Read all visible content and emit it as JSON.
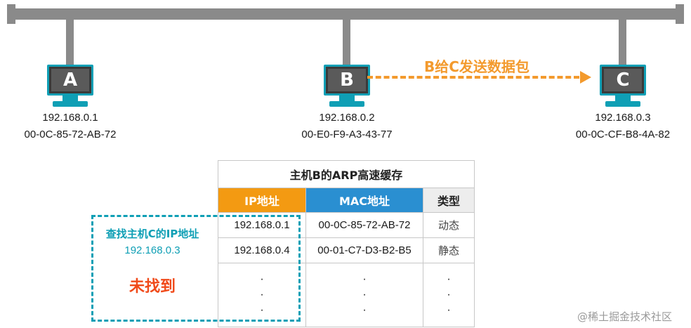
{
  "hosts": [
    {
      "letter": "A",
      "ip": "192.168.0.1",
      "mac": "00-0C-85-72-AB-72"
    },
    {
      "letter": "B",
      "ip": "192.168.0.2",
      "mac": "00-E0-F9-A3-43-77"
    },
    {
      "letter": "C",
      "ip": "192.168.0.3",
      "mac": "00-0C-CF-B8-4A-82"
    }
  ],
  "arrow_label": "B给C发送数据包",
  "arp_table": {
    "title": "主机B的ARP高速缓存",
    "headers": {
      "ip": "IP地址",
      "mac": "MAC地址",
      "type": "类型"
    },
    "rows": [
      {
        "ip": "192.168.0.1",
        "mac": "00-0C-85-72-AB-72",
        "type": "动态"
      },
      {
        "ip": "192.168.0.4",
        "mac": "00-01-C7-D3-B2-B5",
        "type": "静态"
      }
    ],
    "ellipsis": "·"
  },
  "query": {
    "title": "查找主机C的IP地址",
    "ip": "192.168.0.3",
    "result": "未找到"
  },
  "watermark": "@稀土掘金技术社区",
  "colors": {
    "teal": "#0f9fb5",
    "orange": "#f39a2d",
    "ip_header": "#f39a12",
    "mac_header": "#2a8fd1",
    "type_header": "#ededed",
    "not_found": "#f04a1a",
    "bus": "#8a8a8a"
  }
}
